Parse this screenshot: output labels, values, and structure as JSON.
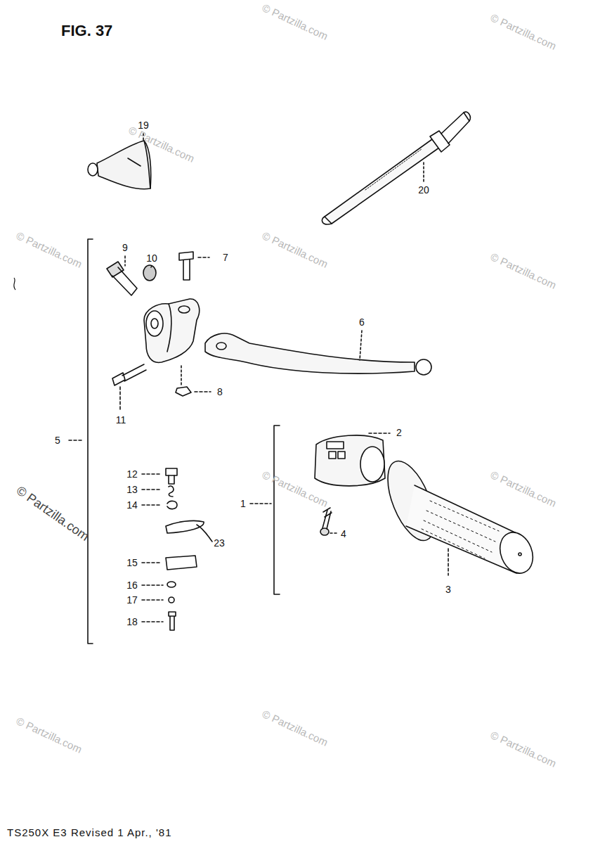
{
  "diagram": {
    "title": "FIG. 37",
    "labels": [
      "19",
      "20",
      "9",
      "10",
      "7",
      "6",
      "5",
      "2",
      "11",
      "8",
      "1",
      "12",
      "13",
      "14",
      "23",
      "4",
      "15",
      "16",
      "17",
      "18",
      "3",
      "TS250X E3 Revised 1 Apr., '81",
      "© Partzilla.com",
      "© Partzilla.com",
      "© Partzilla.com",
      "© Partzilla.com",
      "© Partzilla.com",
      "© Partzilla.com",
      "© Partzilla.com",
      "© Partzilla.com",
      "© Partzilla.com",
      "© Partzilla.com",
      "© Partzilla.com",
      "© Partzilla.com"
    ]
  }
}
